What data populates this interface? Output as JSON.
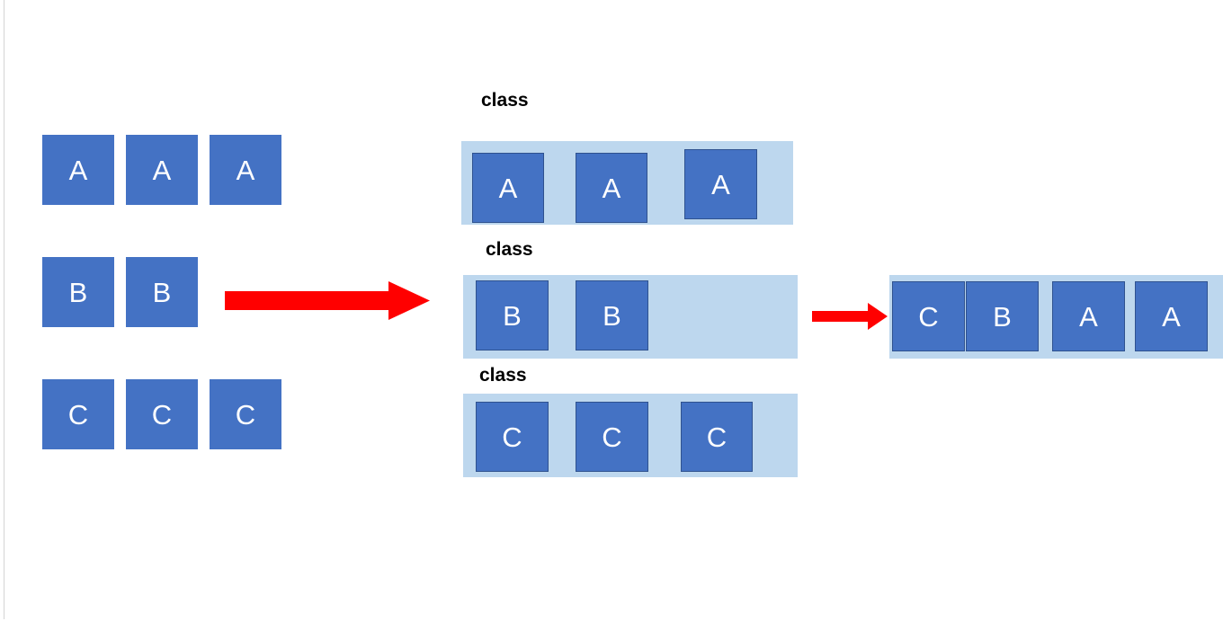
{
  "diagram": {
    "title_text": "",
    "colors": {
      "item_fill": "#4472C4",
      "item_border": "#2F528F",
      "bucket_fill": "#BDD7EE",
      "arrow_fill": "#FF0000",
      "caption_color": "#000000",
      "background": "#FFFFFF",
      "edge_rule": "#D4D4D4"
    },
    "input_group": {
      "name": "unsorted-input",
      "rows": [
        {
          "label": "row-a",
          "items": [
            "A",
            "A",
            "A"
          ]
        },
        {
          "label": "row-b",
          "items": [
            "B",
            "B"
          ]
        },
        {
          "label": "row-c",
          "items": [
            "C",
            "C",
            "C"
          ]
        }
      ]
    },
    "buckets": [
      {
        "caption": "class",
        "items": [
          "A",
          "A",
          "A"
        ]
      },
      {
        "caption": "class",
        "items": [
          "B",
          "B"
        ]
      },
      {
        "caption": "class",
        "items": [
          "C",
          "C",
          "C"
        ]
      }
    ],
    "output_group": {
      "name": "sorted-output",
      "items": [
        "C",
        "B",
        "A",
        "A"
      ]
    },
    "arrows": [
      {
        "name": "arrow-input-to-buckets",
        "direction": "right"
      },
      {
        "name": "arrow-buckets-to-output",
        "direction": "right"
      }
    ]
  }
}
